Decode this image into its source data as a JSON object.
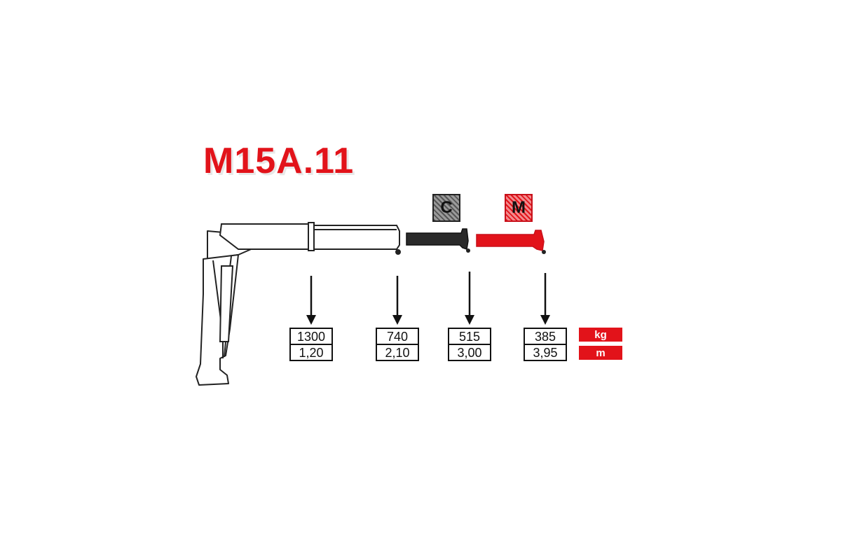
{
  "title": "M15A.11",
  "extensions": {
    "c_label": "C",
    "m_label": "M"
  },
  "capacities": [
    {
      "load": "1300",
      "reach": "1,20"
    },
    {
      "load": "740",
      "reach": "2,10"
    },
    {
      "load": "515",
      "reach": "3,00"
    },
    {
      "load": "385",
      "reach": "3,95"
    }
  ],
  "units": {
    "load": "kg",
    "reach": "m"
  },
  "colors": {
    "accent": "#e2131a",
    "line": "#111111",
    "standard_extension": "#2a2a2a"
  }
}
